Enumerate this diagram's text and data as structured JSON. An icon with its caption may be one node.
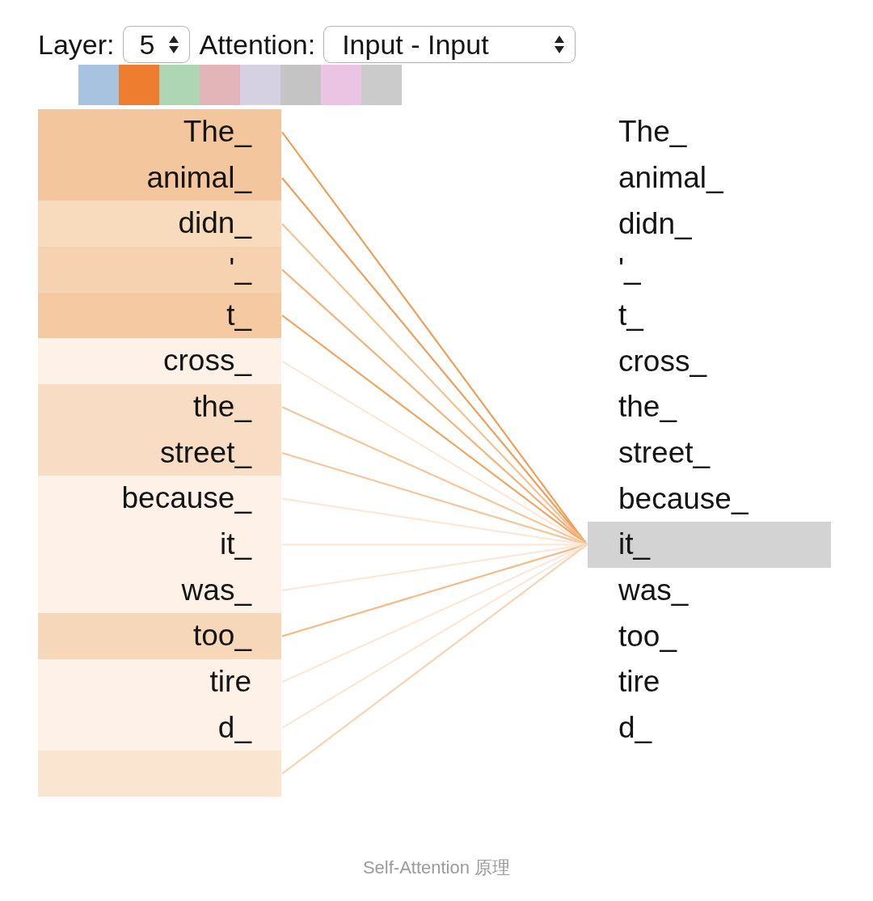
{
  "diagram": {
    "caption": "Self-Attention 原理",
    "nodes": [
      {
        "text": [
          "The_"
        ]
      },
      {
        "text": [
          "animal_"
        ]
      },
      {
        "text": [
          "didn_"
        ]
      },
      {
        "text": [
          "'_"
        ]
      },
      {
        "text": [
          "t_"
        ]
      },
      {
        "text": [
          "cross_"
        ]
      },
      {
        "text": [
          "the_"
        ]
      },
      {
        "text": [
          "street_"
        ]
      },
      {
        "text": [
          "because_"
        ]
      },
      {
        "text": [
          "it_"
        ]
      },
      {
        "text": [
          "was_"
        ]
      },
      {
        "text": [
          "too_"
        ]
      },
      {
        "text": [
          "tire"
        ]
      },
      {
        "text": [
          "d_"
        ]
      },
      {
        "text": [],
        "shape": "box"
      },
      {
        "text": [
          "The_"
        ]
      },
      {
        "text": [
          "animal_"
        ]
      },
      {
        "text": [
          "didn_"
        ]
      },
      {
        "text": [
          "'_"
        ]
      },
      {
        "text": [
          "t_"
        ]
      },
      {
        "text": [
          "cross_"
        ]
      },
      {
        "text": [
          "the_"
        ]
      },
      {
        "text": [
          "street_"
        ]
      },
      {
        "text": [
          "because_"
        ]
      },
      {
        "text": [
          "it_"
        ]
      },
      {
        "text": [
          "was_"
        ]
      },
      {
        "text": [
          "too_"
        ]
      },
      {
        "text": [
          "tire"
        ]
      },
      {
        "text": [
          "d_"
        ]
      }
    ],
    "edges": [
      {
        "from": 0,
        "to": 24,
        "arrow": "none",
        "color": "#eda05c"
      },
      {
        "from": 1,
        "to": 24,
        "arrow": "none",
        "color": "#eda05c"
      },
      {
        "from": 2,
        "to": 24,
        "arrow": "none",
        "color": "#f3c291"
      },
      {
        "from": 3,
        "to": 24,
        "arrow": "none",
        "color": "#f1b47c"
      },
      {
        "from": 4,
        "to": 24,
        "arrow": "none",
        "color": "#eea766"
      },
      {
        "from": 5,
        "to": 24,
        "arrow": "none"
      },
      {
        "from": 6,
        "to": 24,
        "arrow": "none",
        "color": "#f4c69c"
      },
      {
        "from": 7,
        "to": 24,
        "arrow": "none",
        "color": "#f4c69c"
      },
      {
        "from": 8,
        "to": 24,
        "arrow": "none"
      },
      {
        "from": 9,
        "to": 24,
        "arrow": "none"
      },
      {
        "from": 10,
        "to": 24,
        "arrow": "none"
      },
      {
        "from": 11,
        "to": 24,
        "arrow": "none",
        "color": "#f2bd8a"
      },
      {
        "from": 12,
        "to": 24,
        "arrow": "none"
      },
      {
        "from": 13,
        "to": 24,
        "arrow": "none"
      },
      {
        "from": 14,
        "to": 24,
        "arrow": "none",
        "color": "#f6d3b3"
      }
    ],
    "labels": [
      "Layer:",
      "5",
      "Attention:",
      "Input - Input"
    ]
  }
}
